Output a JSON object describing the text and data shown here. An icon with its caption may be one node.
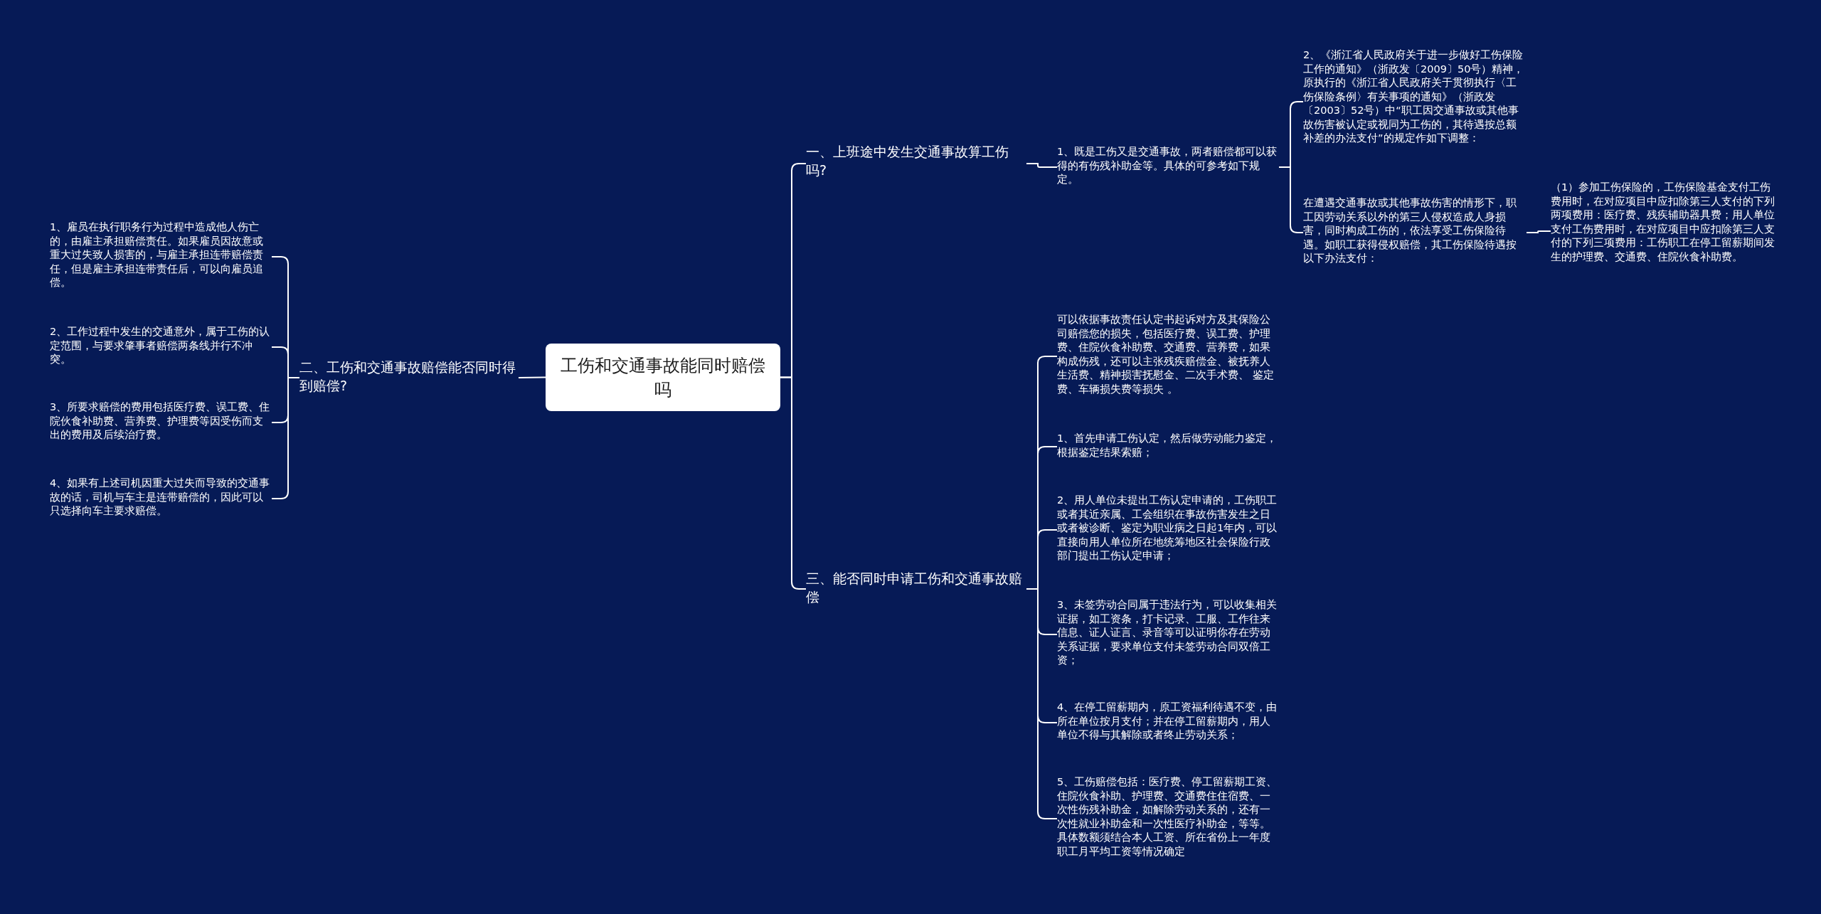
{
  "diagram": {
    "nodes": [
      {
        "text": [
          "工伤和交通事故能同时赔偿吗"
        ]
      },
      {
        "text": [
          "一、上班途中发生交通事故算工伤吗?"
        ]
      },
      {
        "text": [
          "二、工伤和交通事故赔偿能否同时得到赔偿?"
        ]
      },
      {
        "text": [
          "三、能否同时申请工伤和交通事故赔偿"
        ]
      },
      {
        "text": [
          "1、既是工伤又是交通事故，两者赔偿都可以获得的有伤残补助金等。具体的可参考如下规定。"
        ]
      },
      {
        "text": [
          "2、《浙江省人民政府关于进一步做好工伤保险工作的通知》（浙政发〔2009〕50号）精神，原执行的《浙江省人民政府关于贯彻执行〈工伤保险条例〉有关事项的通知》（浙政发〔2003〕52号）中“职工因交通事故或其他事故伤害被认定或视同为工伤的，其待遇按总额补差的办法支付”的规定作如下调整："
        ]
      },
      {
        "text": [
          "在遭遇交通事故或其他事故伤害的情形下，职工因劳动关系以外的第三人侵权造成人身损害，同时构成工伤的，依法享受工伤保险待遇。如职工获得侵权赔偿，其工伤保险待遇按以下办法支付："
        ]
      },
      {
        "text": [
          "（1）参加工伤保险的，工伤保险基金支付工伤费用时，在对应项目中应扣除第三人支付的下列两项费用：医疗费、残疾辅助器具费；用人单位支付工伤费用时，在对应项目中应扣除第三人支付的下列三项费用：工伤职工在停工留薪期间发生的护理费、交通费、住院伙食补助费。"
        ]
      },
      {
        "text": [
          "1、雇员在执行职务行为过程中造成他人伤亡的，由雇主承担赔偿责任。如果雇员因故意或重大过失致人损害的，与雇主承担连带赔偿责任，但是雇主承担连带责任后，可以向雇员追偿。"
        ]
      },
      {
        "text": [
          "2、工作过程中发生的交通意外，属于工伤的认定范围，与要求肇事者赔偿两条线并行不冲突。"
        ]
      },
      {
        "text": [
          "3、所要求赔偿的费用包括医疗费、误工费、住院伙食补助费、营养费、护理费等因受伤而支出的费用及后续治疗费。"
        ]
      },
      {
        "text": [
          "4、如果有上述司机因重大过失而导致的交通事故的话，司机与车主是连带赔偿的，因此可以只选择向车主要求赔偿。"
        ]
      },
      {
        "text": [
          "可以依据事故责任认定书起诉对方及其保险公司赔偿您的损失，包括医疗费、误工费、护理费、住院伙食补助费、交通费、营养费，如果构成伤残，还可以主张残疾赔偿金、被抚养人生活费、精神损害抚慰金、二次手术费、 鉴定费、车辆损失费等损失 。"
        ]
      },
      {
        "text": [
          "1、首先申请工伤认定，然后做劳动能力鉴定，根据鉴定结果索赔；"
        ]
      },
      {
        "text": [
          "2、用人单位未提出工伤认定申请的，工伤职工或者其近亲属、工会组织在事故伤害发生之日或者被诊断、鉴定为职业病之日起1年内，可以直接向用人单位所在地统筹地区社会保险行政部门提出工伤认定申请；"
        ]
      },
      {
        "text": [
          "3、未签劳动合同属于违法行为，可以收集相关证据，如工资条，打卡记录、工服、工作往来信息、证人证言、录音等可以证明你存在劳动关系证据，要求单位支付未签劳动合同双倍工资；"
        ]
      },
      {
        "text": [
          "4、在停工留薪期内，原工资福利待遇不变，由所在单位按月支付；并在停工留薪期内，用人单位不得与其解除或者终止劳动关系；"
        ]
      },
      {
        "text": [
          "5、工伤赔偿包括：医疗费、停工留薪期工资、住院伙食补助、护理费、交通费住住宿费、一次性伤残补助金，如解除劳动关系的，还有一次性就业补助金和一次性医疗补助金，等等。具体数额须结合本人工资、所在省份上一年度职工月平均工资等情况确定"
        ]
      }
    ],
    "edges": [
      {
        "from": 0,
        "to": 1,
        "arrow": "none"
      },
      {
        "from": 0,
        "to": 2,
        "arrow": "none"
      },
      {
        "from": 0,
        "to": 3,
        "arrow": "none"
      },
      {
        "from": 1,
        "to": 4,
        "arrow": "none"
      },
      {
        "from": 4,
        "to": 5,
        "arrow": "none"
      },
      {
        "from": 4,
        "to": 6,
        "arrow": "none"
      },
      {
        "from": 6,
        "to": 7,
        "arrow": "none"
      },
      {
        "from": 2,
        "to": 8,
        "arrow": "none"
      },
      {
        "from": 2,
        "to": 9,
        "arrow": "none"
      },
      {
        "from": 2,
        "to": 10,
        "arrow": "none"
      },
      {
        "from": 2,
        "to": 11,
        "arrow": "none"
      },
      {
        "from": 3,
        "to": 12,
        "arrow": "none"
      },
      {
        "from": 3,
        "to": 13,
        "arrow": "none"
      },
      {
        "from": 3,
        "to": 14,
        "arrow": "none"
      },
      {
        "from": 3,
        "to": 15,
        "arrow": "none"
      },
      {
        "from": 3,
        "to": 16,
        "arrow": "none"
      },
      {
        "from": 3,
        "to": 17,
        "arrow": "none"
      }
    ]
  }
}
